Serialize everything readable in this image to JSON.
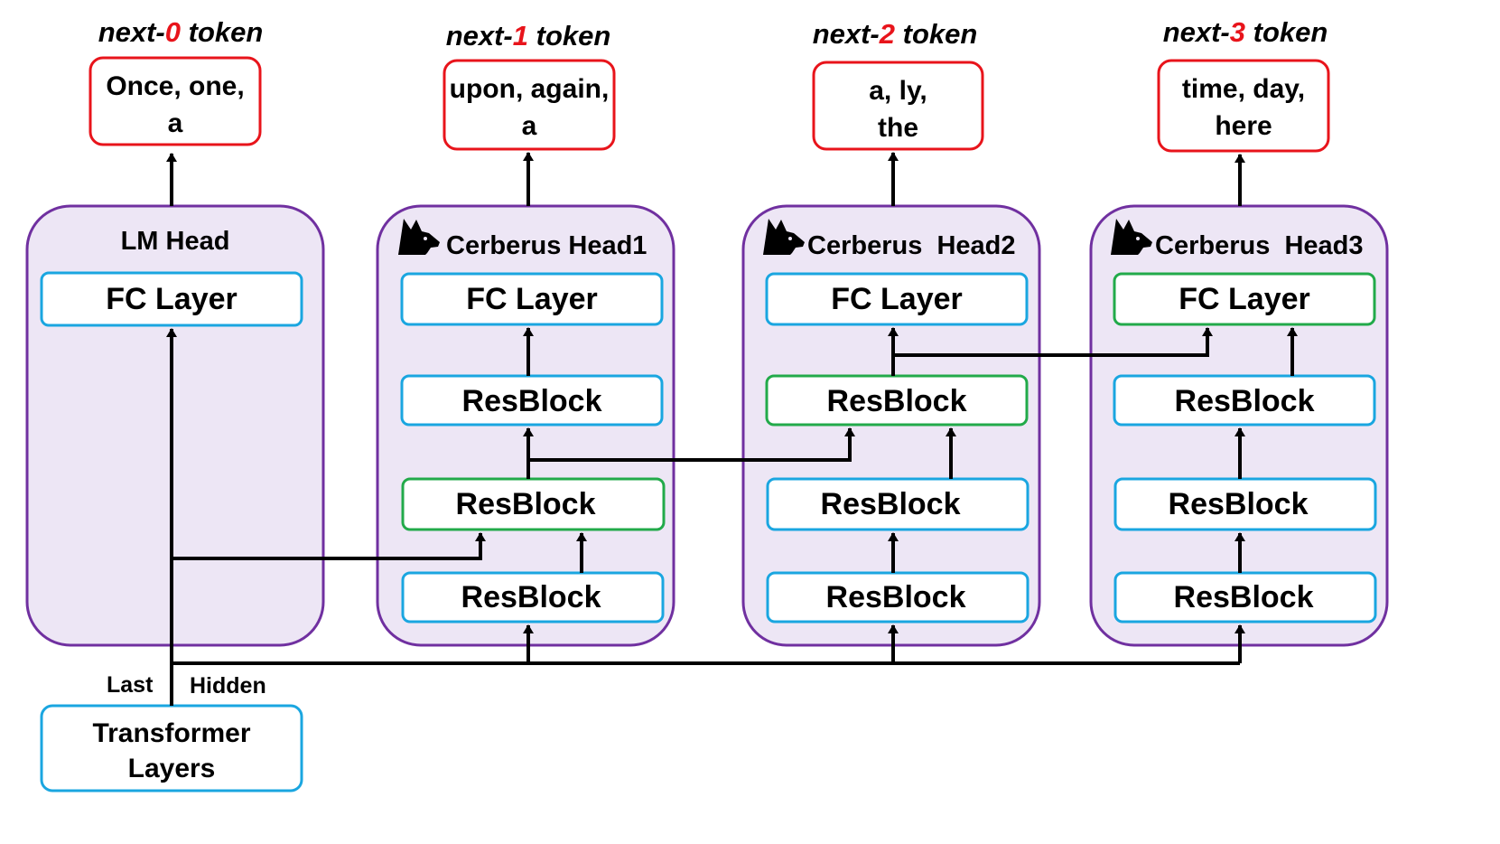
{
  "colors": {
    "head_border": "#7030a0",
    "head_fill": "#ede6f5",
    "box_border": "#1aa6e0",
    "highlight_border": "#22aa4a",
    "token_border": "#e8141b",
    "token_number": "#e8141b",
    "arrow": "#000000"
  },
  "tokens": [
    {
      "prefix": "next-",
      "num": "0",
      "suffix": " token",
      "line1": "Once, one,",
      "line2": "a"
    },
    {
      "prefix": "next-",
      "num": "1",
      "suffix": " token",
      "line1": "upon, again,",
      "line2": "a"
    },
    {
      "prefix": "next-",
      "num": "2",
      "suffix": " token",
      "line1": "a, ly,",
      "line2": "the"
    },
    {
      "prefix": "next-",
      "num": "3",
      "suffix": " token",
      "line1": "time, day,",
      "line2": "here"
    }
  ],
  "lm_head": {
    "title": "LM Head",
    "fc": "FC Layer"
  },
  "cerberus_heads": [
    {
      "title": "Cerberus Head1",
      "fc": "FC Layer",
      "blocks": [
        "ResBlock",
        "ResBlock",
        "ResBlock"
      ],
      "icon": "cerberus-dog-icon"
    },
    {
      "title": "Cerberus  Head2",
      "fc": "FC Layer",
      "blocks": [
        "ResBlock",
        "ResBlock",
        "ResBlock"
      ],
      "icon": "cerberus-dog-icon"
    },
    {
      "title": "Cerberus  Head3",
      "fc": "FC Layer",
      "blocks": [
        "ResBlock",
        "ResBlock",
        "ResBlock"
      ],
      "icon": "cerberus-dog-icon"
    }
  ],
  "hidden_label": {
    "left": "Last",
    "right": "Hidden"
  },
  "transformer": {
    "line1": "Transformer",
    "line2": "Layers"
  }
}
